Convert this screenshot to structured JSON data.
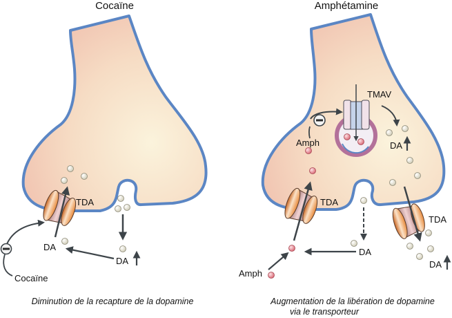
{
  "panels": [
    {
      "title": "Cocaïne",
      "caption_lines": [
        "Diminution de la recapture de la dopamine"
      ],
      "labels": {
        "transporter": "TDA",
        "da_left": "DA",
        "da_right": "DA",
        "drug": "Cocaïne"
      }
    },
    {
      "title": "Amphétamine",
      "caption_lines": [
        "Augmentation de la libération de dopamine",
        "via le transporteur"
      ],
      "labels": {
        "vesicular_transporter": "TMAV",
        "drug_inside": "Amph",
        "da_cytosol": "DA",
        "transporter_left": "TDA",
        "transporter_right": "TDA",
        "da_cleft": "DA",
        "da_cleft_right": "DA",
        "drug_outside": "Amph"
      }
    }
  ],
  "colors": {
    "membrane": "#5b86c4",
    "cytoplasm_top": "#f2c2b0",
    "cytoplasm_bottom": "#fbf3dc",
    "dopamine": "#e6e4d3",
    "amphetamine": "#e58a94",
    "transporter": "#e8893a",
    "arrow": "#3d4449",
    "vesicle_ring": "#b3719a"
  },
  "icons": {
    "inhibition": "minus-circle-icon",
    "increase": "up-arrow-icon"
  }
}
